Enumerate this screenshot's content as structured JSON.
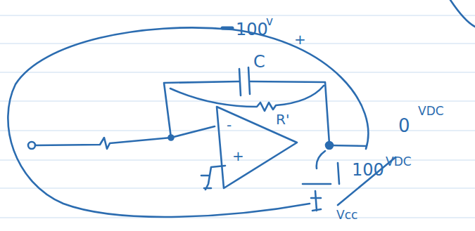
{
  "diagram": {
    "labels": [
      "-",
      "100",
      "v",
      "+",
      "C",
      "R'",
      "-",
      "+",
      "0",
      "VDC",
      "100",
      "VDC",
      "Vcc"
    ]
  }
}
